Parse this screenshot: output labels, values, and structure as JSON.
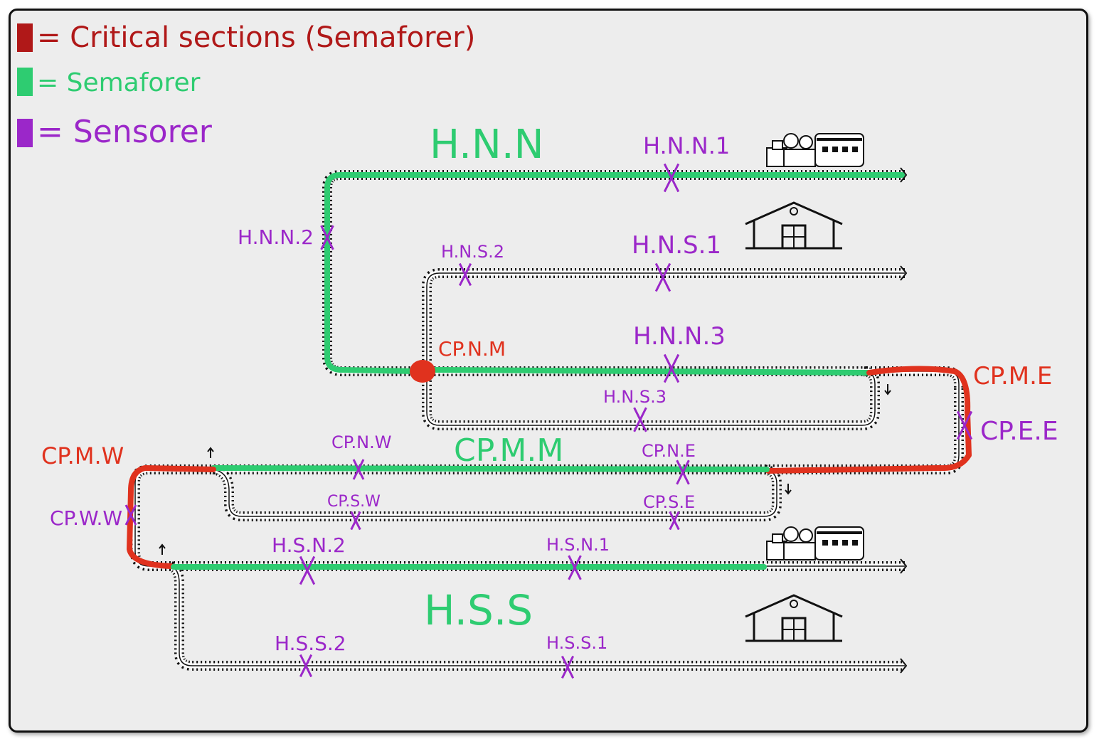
{
  "legend": {
    "critical": {
      "label": "= Critical sections (Semaforer)",
      "color": "#b01818"
    },
    "semaphore": {
      "label": "= Semaforer",
      "color": "#2ecc71"
    },
    "sensor": {
      "label": "= Sensorer",
      "color": "#9b27c9"
    }
  },
  "sections": {
    "hnn": "H.N.N",
    "cpmm": "CP.M.M",
    "hss": "H.S.S"
  },
  "sensors": {
    "hnn1": "H.N.N.1",
    "hnn2": "H.N.N.2",
    "hns2": "H.N.S.2",
    "hns1": "H.N.S.1",
    "hnn3": "H.N.N.3",
    "hns3": "H.N.S.3",
    "cpnw": "CP.N.W",
    "cpne": "CP.N.E",
    "cpsw": "CP.S.W",
    "cpse": "CP.S.E",
    "cpww": "CP.W.W",
    "cpee": "CP.E.E",
    "hsn2": "H.S.N.2",
    "hsn1": "H.S.N.1",
    "hss2": "H.S.S.2",
    "hss1": "H.S.S.1"
  },
  "critical_points": {
    "cpnm": "CP.N.M",
    "cpme": "CP.M.E",
    "cpmw": "CP.M.W"
  },
  "colors": {
    "track": "#111111",
    "green": "#2ecc71",
    "red": "#e0321e",
    "purple": "#9b27c9",
    "dark_red": "#b01818"
  }
}
